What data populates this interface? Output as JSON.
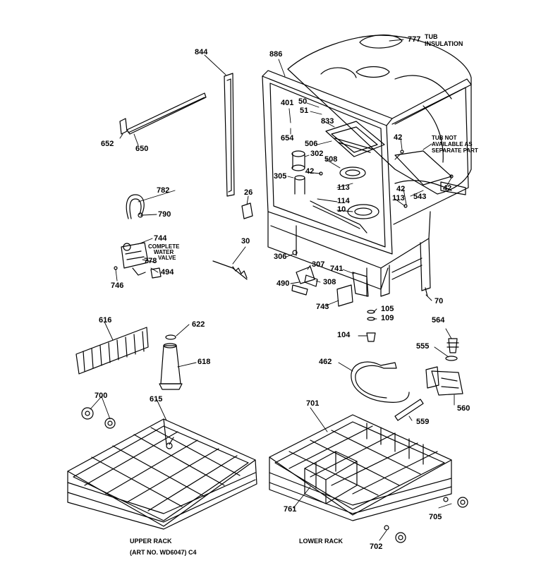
{
  "labels": {
    "p777": "777",
    "tub_insulation_1": "TUB",
    "tub_insulation_2": "INSULATION",
    "p844": "844",
    "p886": "886",
    "p652": "652",
    "p650": "650",
    "p401": "401",
    "p50": "50",
    "p51": "51",
    "p833": "833",
    "p654": "654",
    "p506": "506",
    "p508": "508",
    "p302": "302",
    "p305": "305",
    "p42a": "42",
    "p42b": "42",
    "p42c": "42",
    "p42d": "42",
    "tub_not_1": "TUB NOT",
    "tub_not_2": "AVAILABLE AS",
    "tub_not_3": "SEPARATE PART",
    "p113a": "113",
    "p113b": "113",
    "p114": "114",
    "p10": "10",
    "p543": "543",
    "p782": "782",
    "p790": "790",
    "p26": "26",
    "p744": "744",
    "cwv_1": "COMPLETE",
    "cwv_2": "WATER",
    "cwv_3": "VALVE",
    "p778": "778",
    "p494": "494",
    "p746": "746",
    "p30": "30",
    "p306": "306",
    "p307": "307",
    "p741": "741",
    "p490": "490",
    "p308": "308",
    "p743": "743",
    "p70": "70",
    "p105": "105",
    "p109": "109",
    "p104": "104",
    "p616": "616",
    "p622": "622",
    "p618": "618",
    "p564": "564",
    "p555": "555",
    "p462": "462",
    "p560": "560",
    "p559": "559",
    "p700": "700",
    "p615": "615",
    "p701": "701",
    "p761": "761",
    "p705": "705",
    "p702": "702",
    "upper_rack": "UPPER RACK",
    "art_no": "(ART NO. WD6047) C4",
    "lower_rack": "LOWER RACK"
  }
}
